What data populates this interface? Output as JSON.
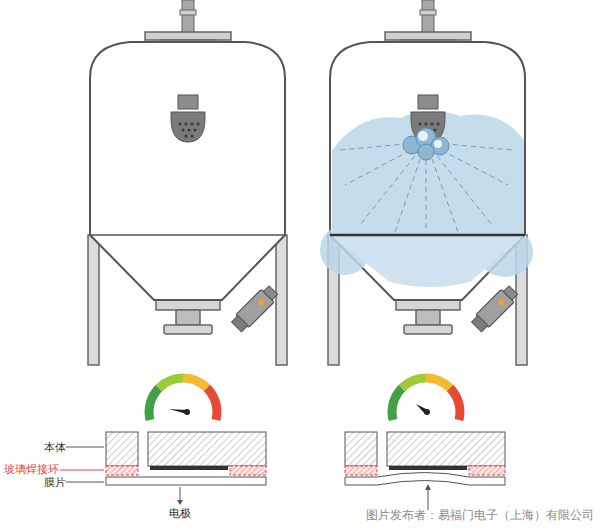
{
  "diagram": {
    "labels": [
      "本体",
      "玻璃焊接环",
      "膜片",
      "电极",
      "图片发布者：易福门电子（上海）有限公司"
    ]
  }
}
